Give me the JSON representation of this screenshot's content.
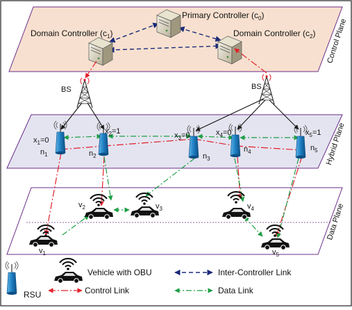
{
  "planes": {
    "control": "Control Plane",
    "hybrid": "Hybrid Plane",
    "data": "Data Plane"
  },
  "controllers": {
    "primary": "Primary Controller (c",
    "primary_sub": "0",
    "c1": "Domain Controller (c",
    "c1_sub": "1",
    "c2": "Domain Controller (c",
    "c2_sub": "2",
    "close_paren": ")"
  },
  "bs": [
    "BS",
    "BS"
  ],
  "rsus": [
    {
      "n": "n",
      "n_sub": "1",
      "x": "x",
      "x_sub": "1",
      "val": "=0"
    },
    {
      "n": "n",
      "n_sub": "2",
      "x": "x",
      "x_sub": "2",
      "val": "=1"
    },
    {
      "n": "n",
      "n_sub": "3",
      "x": "x",
      "x_sub": "3",
      "val": "=0"
    },
    {
      "n": "n",
      "n_sub": "4",
      "x": "x",
      "x_sub": "4",
      "val": "=0"
    },
    {
      "n": "n",
      "n_sub": "5",
      "x": "x",
      "x_sub": "5",
      "val": "=1"
    }
  ],
  "vehicles": [
    {
      "v": "v",
      "sub": "1"
    },
    {
      "v": "v",
      "sub": "2"
    },
    {
      "v": "v",
      "sub": "3"
    },
    {
      "v": "v",
      "sub": "4"
    },
    {
      "v": "v",
      "sub": "5"
    }
  ],
  "legend": {
    "vehicle": "Vehicle with OBU",
    "rsu": "RSU",
    "inter_controller": "Inter-Controller Link",
    "control_link": "Control Link",
    "data_link": "Data Link"
  },
  "colors": {
    "control_plane_fill": "#f7e0cf",
    "hybrid_plane_fill": "#e4e4f0",
    "plane_border": "#6b2d8a",
    "control_link": "#e0202a",
    "data_link": "#1f9e45",
    "inter_controller": "#1a2a7a",
    "rsu_blue": "#1e7fc2"
  }
}
